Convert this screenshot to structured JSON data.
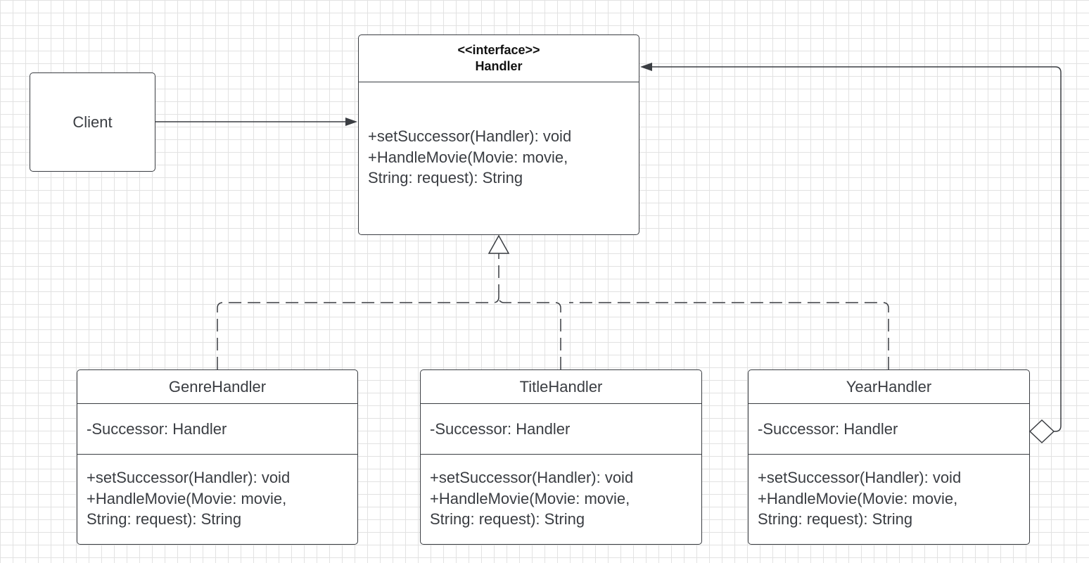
{
  "client": {
    "label": "Client"
  },
  "interface": {
    "stereotype": "<<interface>>",
    "name": "Handler",
    "operations": [
      "+setSuccessor(Handler): void",
      "+HandleMovie(Movie: movie,",
      "String: request): String"
    ]
  },
  "classes": [
    {
      "name": "GenreHandler",
      "attribute": "-Successor: Handler",
      "operations": [
        "+setSuccessor(Handler): void",
        "+HandleMovie(Movie: movie,",
        "String: request): String"
      ]
    },
    {
      "name": "TitleHandler",
      "attribute": "-Successor: Handler",
      "operations": [
        "+setSuccessor(Handler): void",
        "+HandleMovie(Movie: movie,",
        "String: request): String"
      ]
    },
    {
      "name": "YearHandler",
      "attribute": "-Successor: Handler",
      "operations": [
        "+setSuccessor(Handler): void",
        "+HandleMovie(Movie: movie,",
        "String: request): String"
      ]
    }
  ],
  "colors": {
    "line": "#3a3d42",
    "grid": "#e2e2e2",
    "background": "#ffffff"
  }
}
